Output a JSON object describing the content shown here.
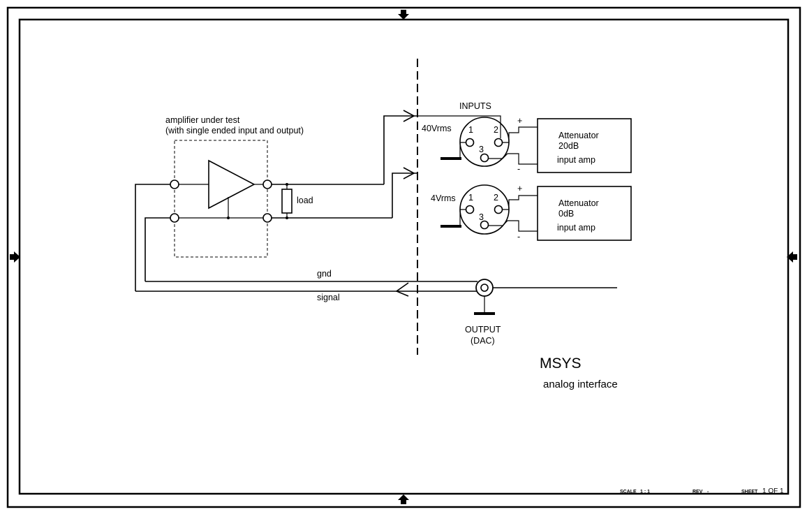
{
  "labels": {
    "dut_title_1": "amplifier under test",
    "dut_title_2": "(with single ended input and output)",
    "load": "load",
    "inputs": "INPUTS",
    "input1_level": "40Vrms",
    "input2_level": "4Vrms",
    "pin1": "1",
    "pin2": "2",
    "pin3": "3",
    "plus": "+",
    "minus": "-",
    "att1_line1": "Attenuator",
    "att1_line2": "20dB",
    "att1_line3": "input amp",
    "att2_line1": "Attenuator",
    "att2_line2": "0dB",
    "att2_line3": "input amp",
    "gnd": "gnd",
    "signal": "signal",
    "output_1": "OUTPUT",
    "output_2": "(DAC)",
    "title": "MSYS",
    "subtitle": "analog interface"
  },
  "title_block": {
    "scale_label": "SCALE",
    "scale_value": "1 : 1",
    "rev_label": "REV",
    "rev_value": "-",
    "sheet_label": "SHEET",
    "sheet_value": "1 OF 1"
  }
}
